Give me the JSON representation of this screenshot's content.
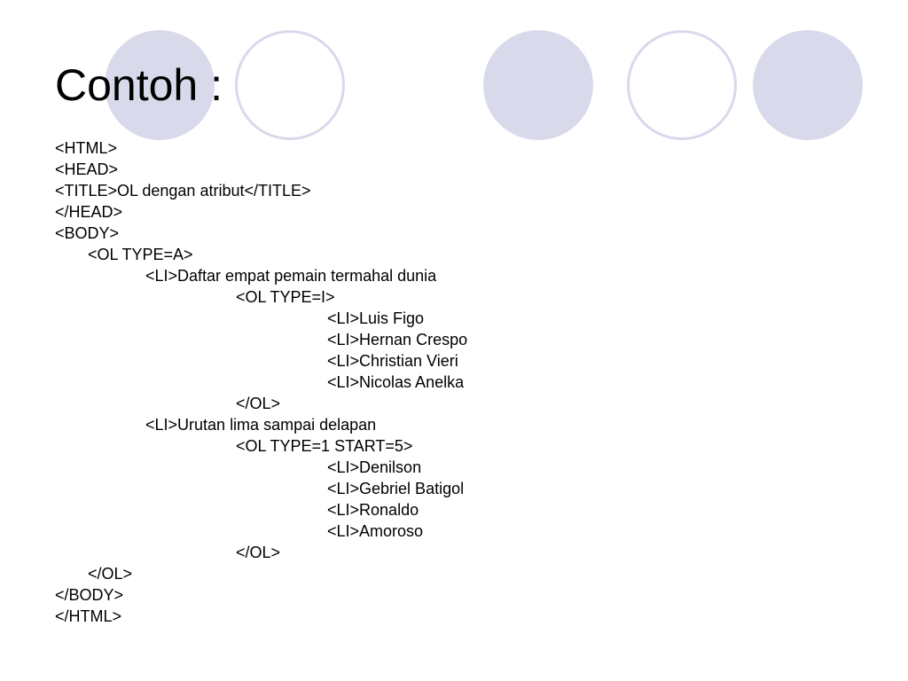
{
  "slide": {
    "title": "Contoh :",
    "decor_colors": {
      "fill": "#d9d9ec",
      "ring": "#d9d9ec"
    },
    "code_lines": [
      {
        "indent": 0,
        "text": "<HTML>"
      },
      {
        "indent": 0,
        "text": "<HEAD>"
      },
      {
        "indent": 0,
        "text": "<TITLE>OL dengan atribut</TITLE>"
      },
      {
        "indent": 0,
        "text": "</HEAD>"
      },
      {
        "indent": 0,
        "text": "<BODY>"
      },
      {
        "indent": 1,
        "text": "<OL TYPE=A>"
      },
      {
        "indent": 2,
        "text": "<LI>Daftar empat pemain termahal dunia"
      },
      {
        "indent": 3,
        "text": "<OL TYPE=I>"
      },
      {
        "indent": 4,
        "text": "<LI>Luis Figo"
      },
      {
        "indent": 4,
        "text": "<LI>Hernan Crespo"
      },
      {
        "indent": 4,
        "text": "<LI>Christian Vieri"
      },
      {
        "indent": 4,
        "text": "<LI>Nicolas Anelka"
      },
      {
        "indent": 3,
        "text": "</OL>"
      },
      {
        "indent": 2,
        "text": "<LI>Urutan lima sampai delapan"
      },
      {
        "indent": 3,
        "text": "<OL TYPE=1 START=5>"
      },
      {
        "indent": 4,
        "text": "<LI>Denilson"
      },
      {
        "indent": 4,
        "text": "<LI>Gebriel Batigol"
      },
      {
        "indent": 4,
        "text": "<LI>Ronaldo"
      },
      {
        "indent": 4,
        "text": "<LI>Amoroso"
      },
      {
        "indent": 3,
        "text": "</OL>"
      },
      {
        "indent": 1,
        "text": "</OL>"
      },
      {
        "indent": 0,
        "text": "</BODY>"
      },
      {
        "indent": 0,
        "text": "</HTML>"
      }
    ]
  }
}
